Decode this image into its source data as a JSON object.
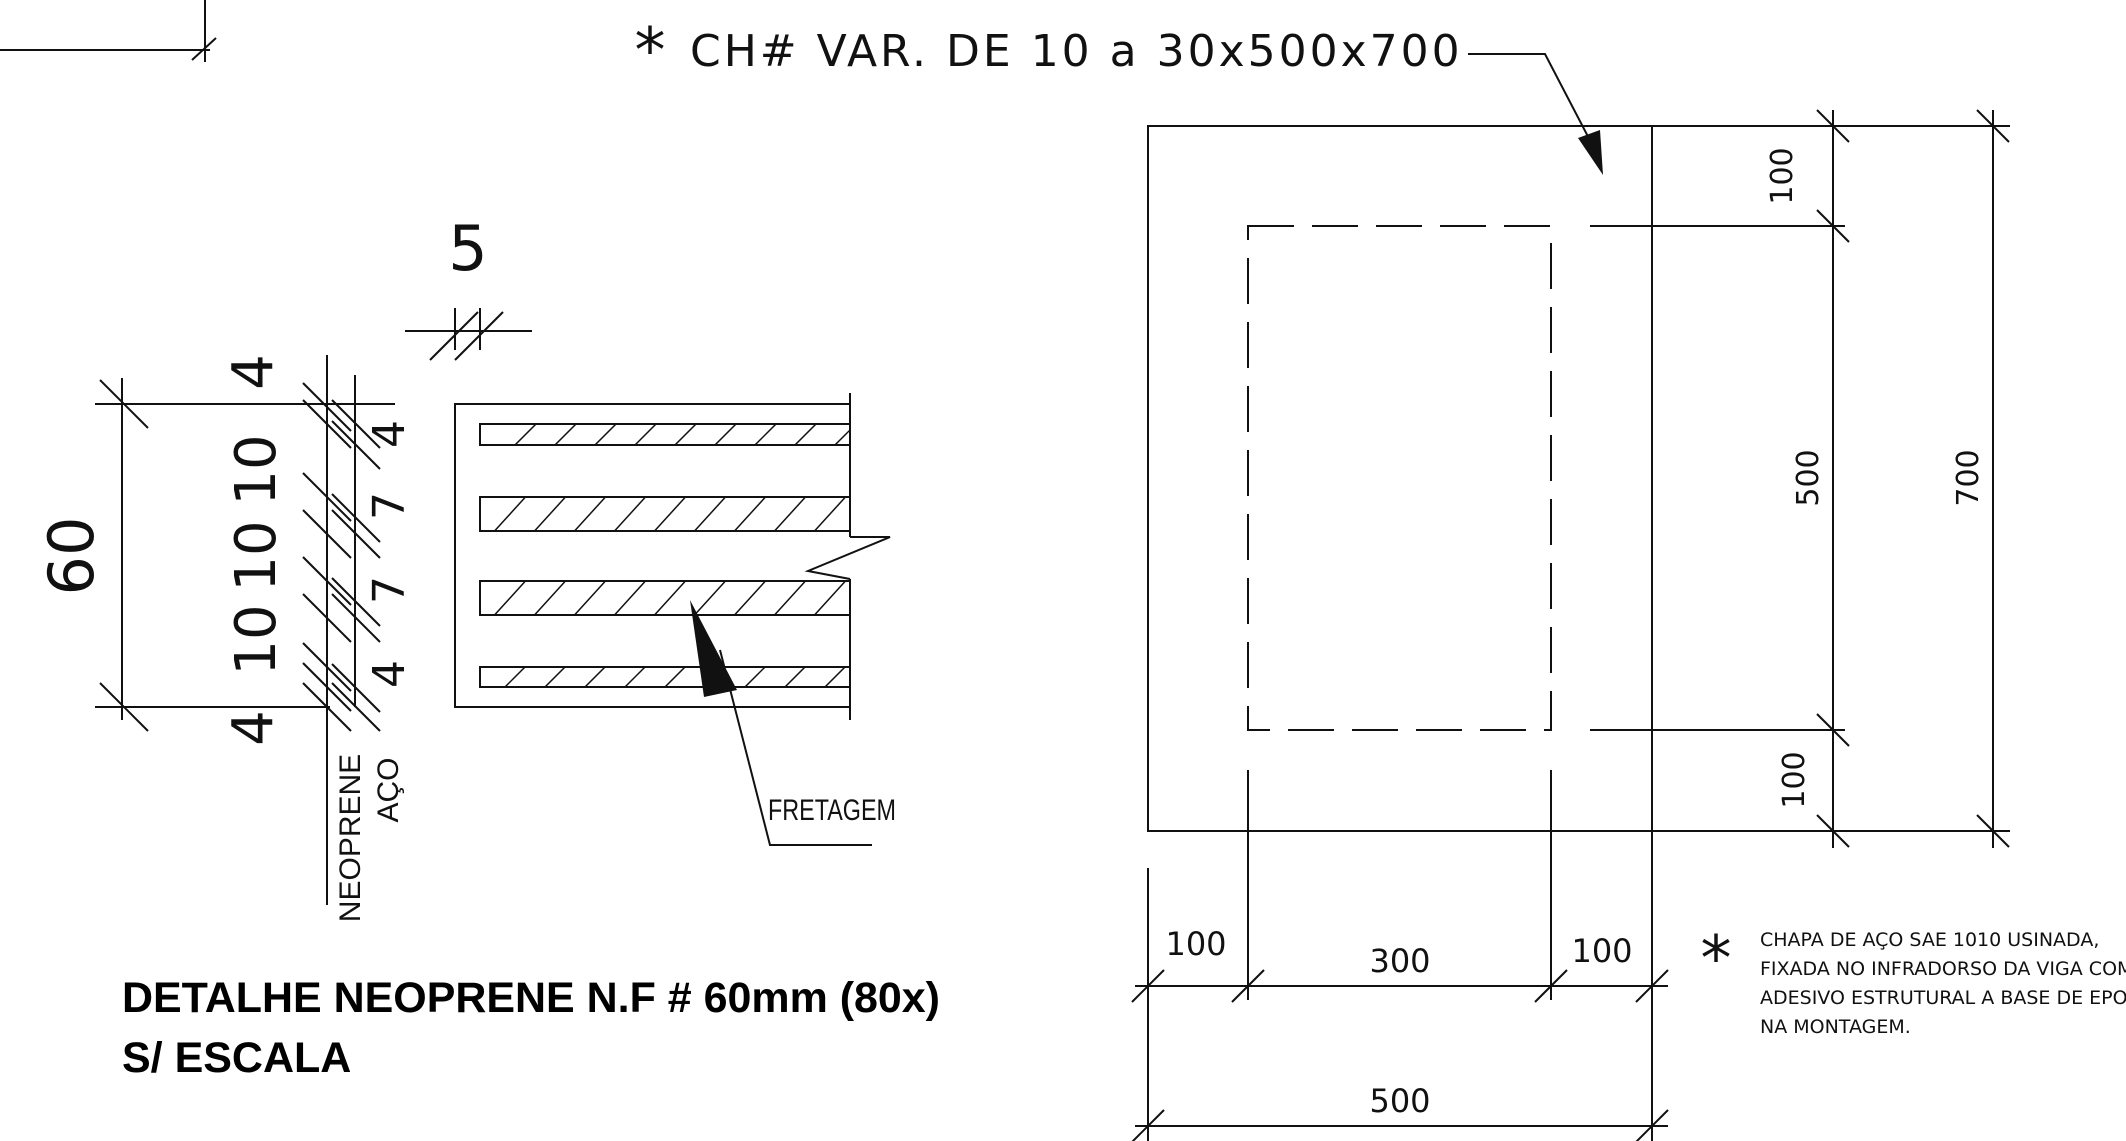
{
  "colors": {
    "ink": "#111111",
    "background": "#ffffff"
  },
  "plate_callout": {
    "marker": "*",
    "text": "CH# VAR. DE 10 a 30x500x700"
  },
  "neoprene_section": {
    "dim_top_gap": "5",
    "dim_total_height": "60",
    "dims_vertical_left": [
      "4",
      "10",
      "10",
      "10",
      "4"
    ],
    "dims_vertical_right": [
      "4",
      "7",
      "7",
      "4"
    ],
    "label_neoprene": "NEOPRENE",
    "label_steel": "AÇO",
    "label_hooping": "FRETAGEM"
  },
  "plate_plan": {
    "dim_top_margin": "100",
    "dim_inner_height": "500",
    "dim_bottom_margin": "100",
    "dim_total_height": "700",
    "dim_left_margin": "100",
    "dim_inner_width": "300",
    "dim_right_margin": "100",
    "dim_total_width": "500"
  },
  "note": {
    "marker": "*",
    "lines": [
      "CHAPA DE AÇO SAE 1010 USINADA,",
      "FIXADA NO INFRADORSO DA VIGA COM",
      "ADESIVO ESTRUTURAL A BASE DE EPOXI",
      "NA MONTAGEM."
    ]
  },
  "detail_title": {
    "line1": "DETALHE NEOPRENE N.F # 60mm (80x)",
    "line2": "S/ ESCALA"
  }
}
